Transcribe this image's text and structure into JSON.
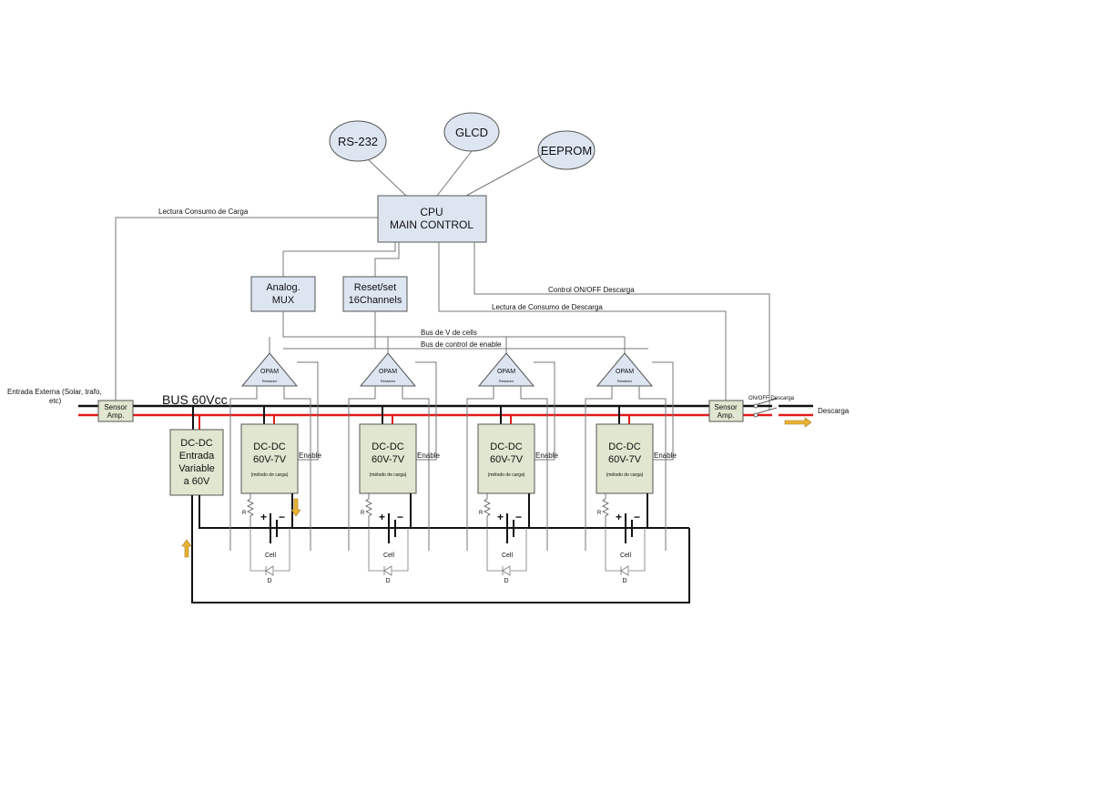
{
  "peripherals": {
    "rs232": "RS-232",
    "glcd": "GLCD",
    "eeprom": "EEPROM"
  },
  "cpu": {
    "line1": "CPU",
    "line2": "MAIN CONTROL"
  },
  "mux": {
    "line1": "Analog.",
    "line2": "MUX"
  },
  "reset": {
    "line1": "Reset/set",
    "line2": "16Channels"
  },
  "labels": {
    "lectura_carga": "Lectura Consumo de Carga",
    "control_descarga": "Control ON/OFF Descarga",
    "lectura_descarga": "Lectura de Consumo de Descarga",
    "bus_cells": "Bus de V de cells",
    "bus_enable": "Bus de control de enable",
    "entrada_line1": "Entrada Externa (Solar, trafo,",
    "entrada_line2": "etc)",
    "bus_60": "BUS 60Vcc",
    "onoff": "ON/OFF Descarga",
    "descarga": "Descarga"
  },
  "sensor": {
    "line1": "Sensor",
    "line2": "Amp."
  },
  "dcdc_in": {
    "l1": "DC-DC",
    "l2": "Entrada",
    "l3": "Variable",
    "l4": "a 60V"
  },
  "channel": {
    "opam": "OPAM",
    "opam_sub": "Restador",
    "dcdc_l1": "DC-DC",
    "dcdc_l2": "60V-7V",
    "dcdc_l3": "(método de carga)",
    "enable": "Enable",
    "r": "R",
    "plus": "+",
    "minus": "−",
    "cell": "Cell",
    "d": "D"
  },
  "colors": {
    "box_blue": "#dde5f1",
    "box_green": "#e0e6cf",
    "bus_red": "#e21a1a",
    "arrow_gold": "#e8b233"
  }
}
